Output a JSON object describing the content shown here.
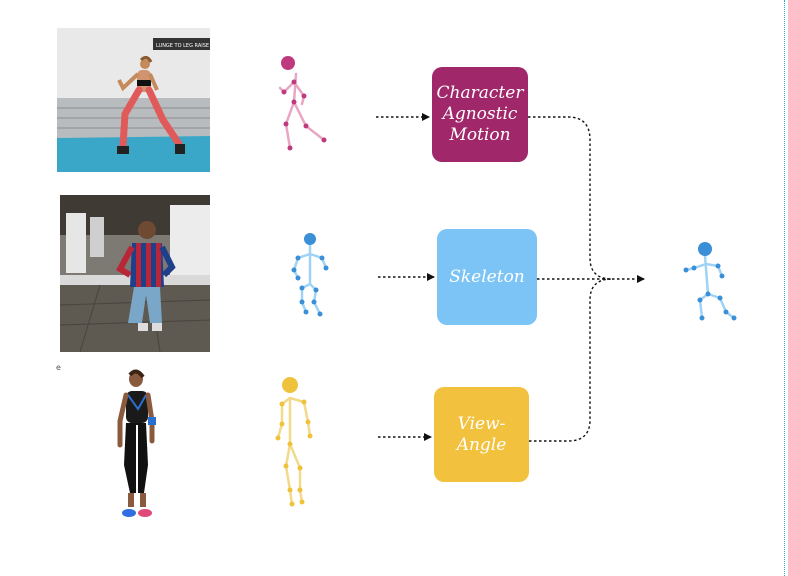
{
  "photos": {
    "runner_banner_text": "LUNGE TO LEG RAISE"
  },
  "boxes": {
    "character_agnostic_motion": {
      "label": "Character\nAgnostic\nMotion",
      "color": "#a0286a"
    },
    "skeleton": {
      "label": "Skeleton",
      "color": "#7cc4f5"
    },
    "view_angle": {
      "label": "View-\nAngle",
      "color": "#f2c23e"
    }
  },
  "skeleton_colors": {
    "pink": "#c0397f",
    "blue": "#3a8fd6",
    "yellow": "#eec23a",
    "output_blue": "#3a8fd6"
  },
  "page_mark": "e"
}
